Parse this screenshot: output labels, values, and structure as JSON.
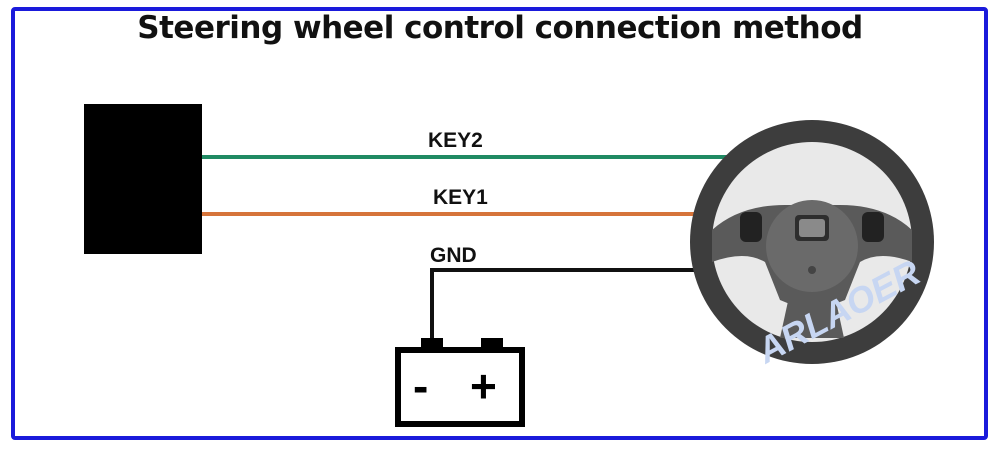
{
  "title": "Steering wheel control connection method",
  "wires": {
    "key2": {
      "label": "KEY2",
      "color": "#1f8a63"
    },
    "key1": {
      "label": "KEY1",
      "color": "#d6743a"
    },
    "gnd": {
      "label": "GND",
      "color": "#111111"
    }
  },
  "battery": {
    "minus": "-",
    "plus": "+"
  },
  "watermark": "ARLAOER",
  "colors": {
    "frame": "#1a1adb",
    "module": "#000000",
    "wheel": "#3a3a3a"
  },
  "icons": [
    "steering-wheel-icon",
    "battery-icon",
    "head-unit-module"
  ]
}
